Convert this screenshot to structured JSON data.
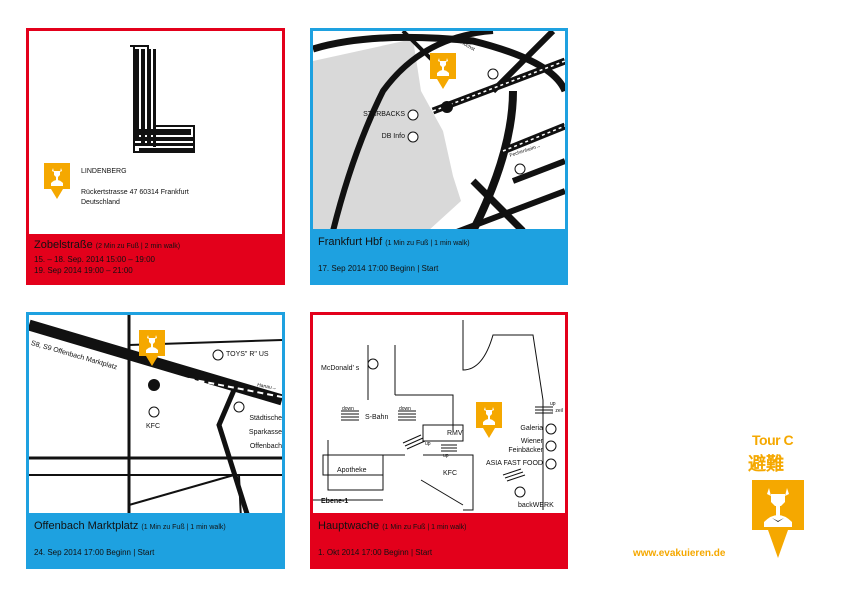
{
  "cards": {
    "lindenberg": {
      "name": "LINDENBERG",
      "address_line1": "Rückertstrasse 47 60314 Frankfurt",
      "address_line2": "Deutschland",
      "footer_title": "Zobelstraße",
      "footer_note": "(2 Min zu Fuß | 2 min walk)",
      "footer_line1": "15. – 18. Sep. 2014 15:00 – 19:00",
      "footer_line2": "19. Sep 2014 19:00 – 21:00"
    },
    "hbf": {
      "labels": {
        "starbacks": "STARBACKS",
        "db_info": "DB Info",
        "arrow_top": "←Höchst",
        "arrow_right": "Fechenheim→"
      },
      "footer_title": "Frankfurt Hbf",
      "footer_note": "(1 Min zu Fuß | 1 min walk)",
      "footer_line1": "17. Sep 2014 17:00 Beginn | Start"
    },
    "offenbach": {
      "labels": {
        "street": "S8, S9 Offenbach Marktplatz",
        "toys": "TOYS\" R\" US",
        "kfc": "KFC",
        "bank1": "Städtische",
        "bank2": "Sparkasse",
        "bank3": "Offenbach",
        "hanau": "Hanau→"
      },
      "footer_title": "Offenbach Marktplatz",
      "footer_note": "(1 Min zu Fuß | 1 min walk)",
      "footer_line1": "24. Sep 2014 17:00 Beginn | Start"
    },
    "hauptwache": {
      "labels": {
        "mcdonalds": "McDonald’ s",
        "sbahn": "S-Bahn",
        "down1": "down",
        "down2": "down",
        "rmv": "RMV",
        "galeria": "Galeria",
        "wiener1": "Wiener",
        "wiener2": "Feinbäcker",
        "asia": "ASIA FAST FOOD",
        "apotheke": "Apotheke",
        "kfc": "KFC",
        "backwerk": "backWERK",
        "ebene": "Ebene-1",
        "up1": "up",
        "up2": "up",
        "up3": "up",
        "zeil": "→ zeil"
      },
      "footer_title": "Hauptwache",
      "footer_note": "(1 Min zu Fuß | 1 min walk)",
      "footer_line1": "1. Okt 2014 17:00 Beginn | Start"
    }
  },
  "brand": {
    "title": "Tour C",
    "kanji": "避難",
    "website": "www.evakuieren.de"
  },
  "colors": {
    "red": "#e3001b",
    "blue": "#1ea1e0",
    "yellow": "#f5a800"
  },
  "icons": {
    "pin": "deer-pin-icon",
    "logo": "deer-logo-icon"
  }
}
